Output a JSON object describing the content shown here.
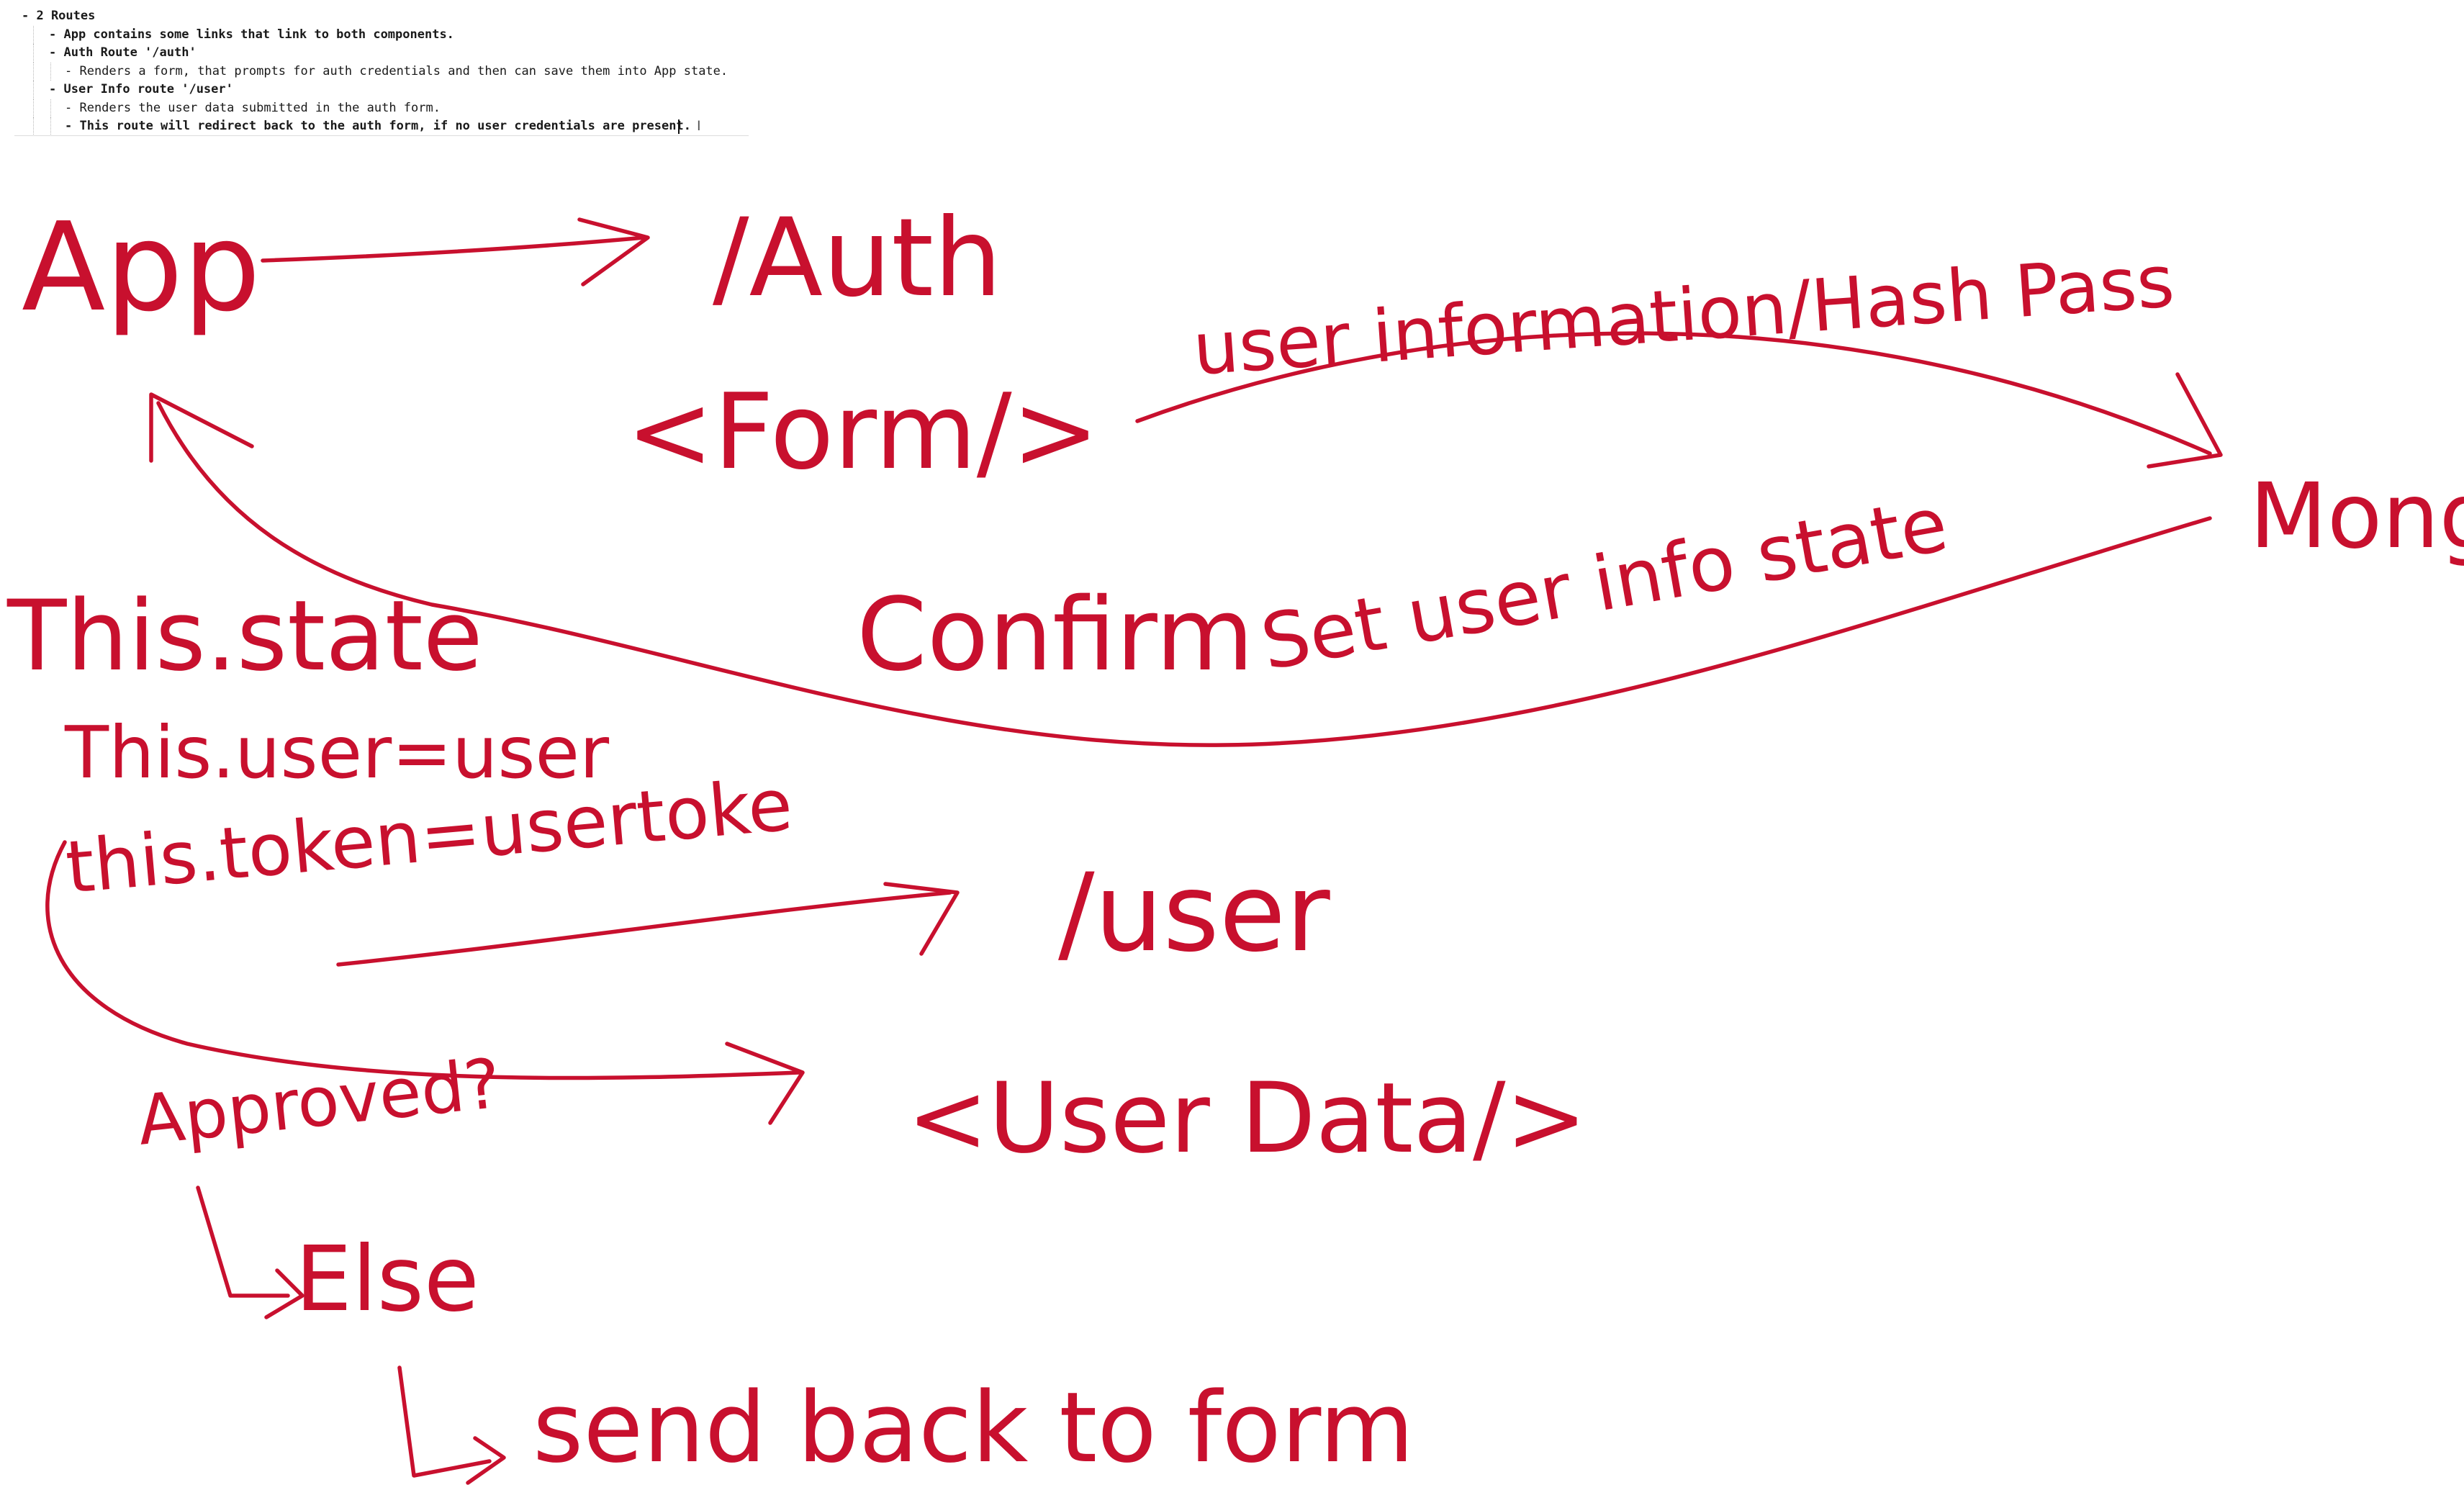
{
  "notes": {
    "lines": [
      "- 2 Routes",
      "- App contains some links that link to both components.",
      "- Auth Route '/auth'",
      "- Renders a form, that prompts for auth credentials and then can save them into App state.",
      "- User Info route '/user'",
      "- Renders the user data submitted in the auth form.",
      "- This route will redirect back to the auth form, if no user credentials are present."
    ]
  },
  "diagram": {
    "app": "App",
    "auth_route": "/Auth",
    "form_component": "<Form/>",
    "flow_to_db": "user information/Hash Pass",
    "database": "Mongo",
    "confirm": "Confirm",
    "set_state": "Set user info state",
    "state": {
      "heading": "This.state",
      "user_line": "This.user=user",
      "token_line": "this.token=usertoke"
    },
    "user_route": "/user",
    "user_data_component": "<User Data/>",
    "approved": "Approved?",
    "else_branch": "Else",
    "fallback": "send back to form"
  },
  "colors": {
    "ink": "#c8102e",
    "notes_text": "#1a1a1a",
    "background": "#ffffff"
  }
}
